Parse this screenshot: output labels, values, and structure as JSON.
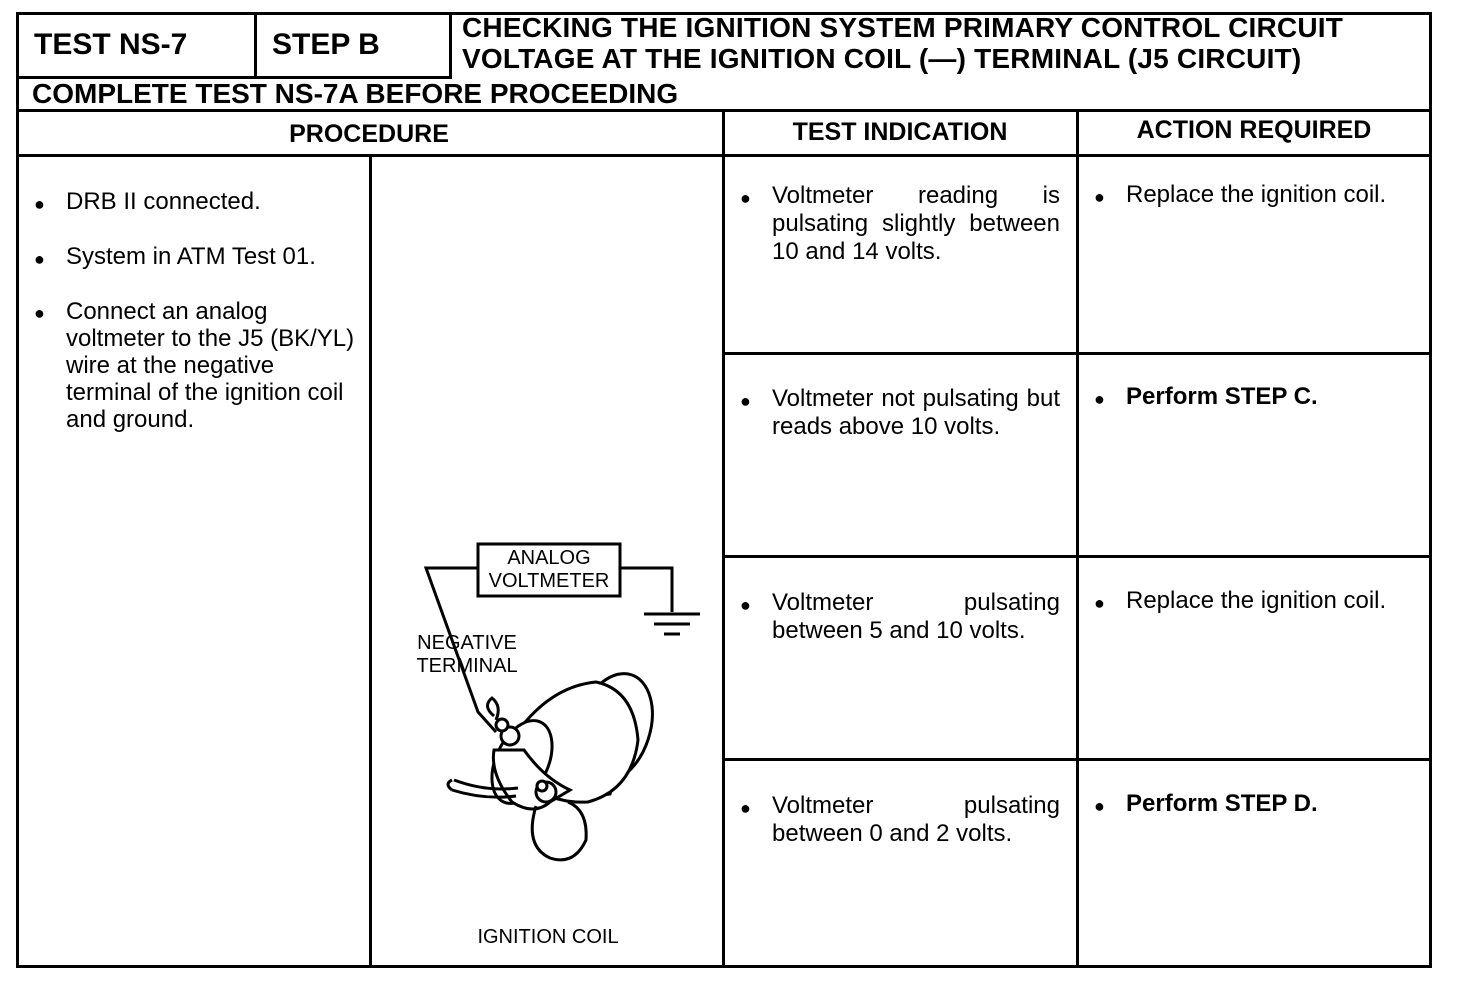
{
  "header": {
    "test_label": "TEST NS-7",
    "step_label": "STEP B",
    "title_line1": "CHECKING THE IGNITION SYSTEM PRIMARY CONTROL CIRCUIT",
    "title_line2": "VOLTAGE AT THE IGNITION COIL (—) TERMINAL (J5 CIRCUIT)",
    "prerequisite": "COMPLETE TEST NS-7A BEFORE PROCEEDING"
  },
  "columns": {
    "procedure": "PROCEDURE",
    "test_indication": "TEST INDICATION",
    "action_required": "ACTION REQUIRED"
  },
  "procedure_steps": [
    "DRB II connected.",
    "System in ATM Test 01.",
    "Connect an analog voltmeter to the J5 (BK/YL) wire at the negative terminal of the ignition coil and ground."
  ],
  "diagram": {
    "voltmeter_label_line1": "ANALOG",
    "voltmeter_label_line2": "VOLTMETER",
    "negative_label_line1": "NEGATIVE",
    "negative_label_line2": "TERMINAL",
    "coil_label": "IGNITION COIL"
  },
  "rows": [
    {
      "indication": "Voltmeter reading is pulsating slightly between 10 and 14 volts.",
      "action": "Replace the ignition coil."
    },
    {
      "indication": "Voltmeter not pulsating but reads above 10 volts.",
      "action": "Perform STEP C."
    },
    {
      "indication": "Voltmeter pulsating between 5 and 10 volts.",
      "action": "Replace the ignition coil."
    },
    {
      "indication": "Voltmeter pulsating between 0 and 2 volts.",
      "action": "Perform STEP D."
    }
  ]
}
